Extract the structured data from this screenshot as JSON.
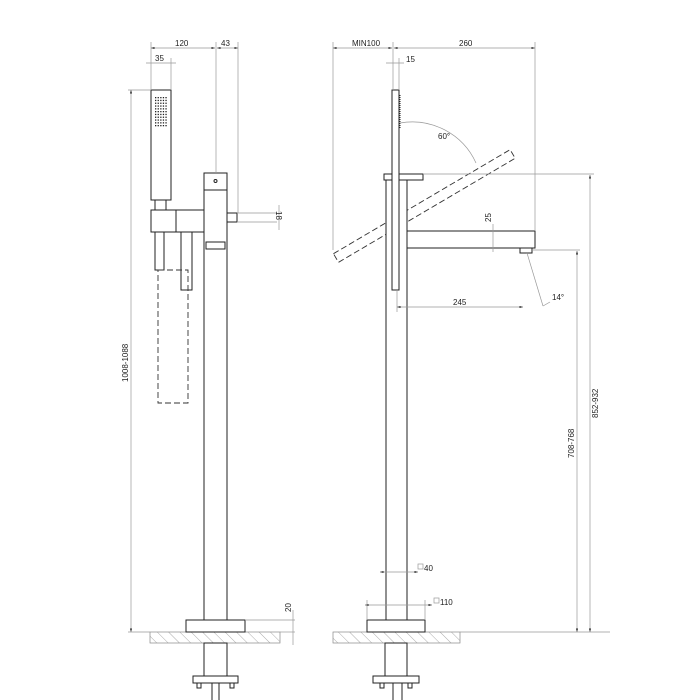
{
  "left_view": {
    "dim_width_total": "120",
    "dim_offset": "43",
    "dim_handshower_width": "35",
    "dim_outlet": "18",
    "dim_height": "1008-1088",
    "dim_base_thickness": "20"
  },
  "right_view": {
    "dim_min_clearance": "MIN100",
    "dim_spout_reach": "260",
    "dim_handshower_depth": "15",
    "dim_tilt_angle": "60°",
    "dim_spout_thickness": "25",
    "dim_spout_length": "245",
    "dim_outlet_angle": "14°",
    "dim_spout_height": "708-768",
    "dim_total_height": "852-932",
    "dim_column_section": "40",
    "dim_base_section": "110"
  }
}
